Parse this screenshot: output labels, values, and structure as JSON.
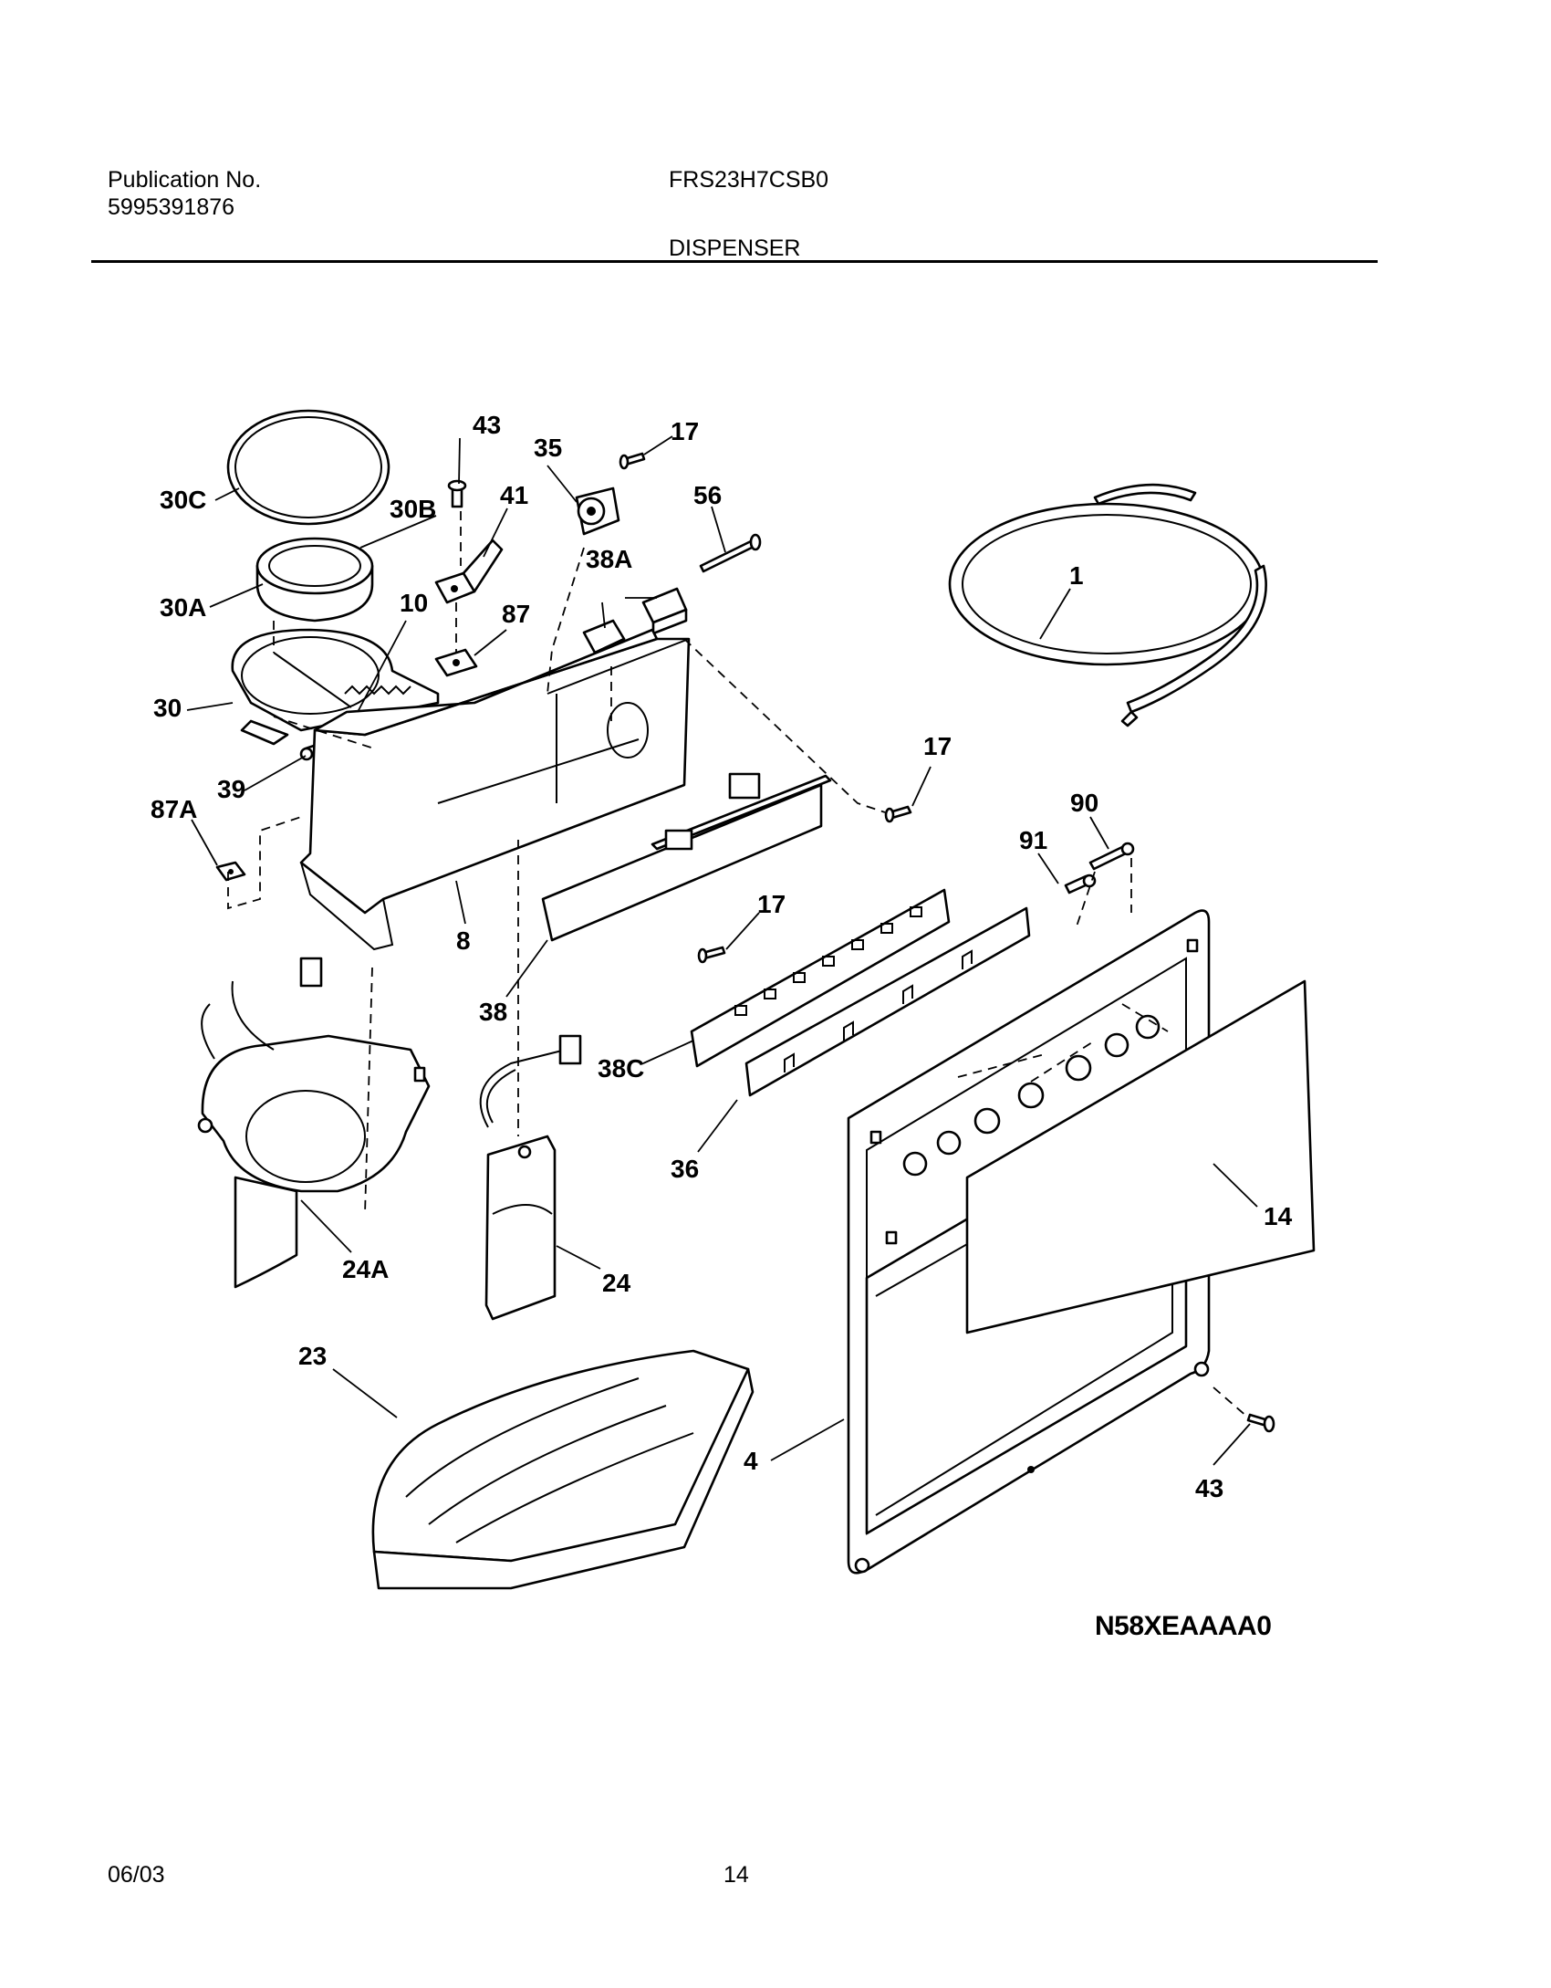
{
  "header": {
    "publication_label": "Publication No.",
    "publication_number": "5995391876",
    "model": "FRS23H7CSB0",
    "section_title": "DISPENSER"
  },
  "diagram_code": "N58XEAAAA0",
  "footer": {
    "date": "06/03",
    "page": "14"
  },
  "part_labels": {
    "p30C": "30C",
    "p30B": "30B",
    "p30A": "30A",
    "p30": "30",
    "p10": "10",
    "p39": "39",
    "p87A": "87A",
    "p43a": "43",
    "p41": "41",
    "p87": "87",
    "p35": "35",
    "p17a": "17",
    "p56": "56",
    "p38A": "38A",
    "p1": "1",
    "p17b": "17",
    "p90": "90",
    "p91": "91",
    "p8": "8",
    "p17c": "17",
    "p38": "38",
    "p38C": "38C",
    "p36": "36",
    "p14": "14",
    "p24A": "24A",
    "p24": "24",
    "p23": "23",
    "p4": "4",
    "p43b": "43"
  }
}
